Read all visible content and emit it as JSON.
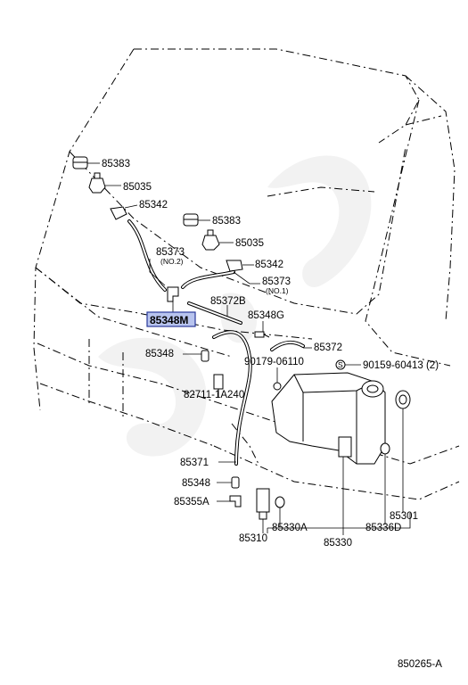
{
  "diagram_id": "850265-A",
  "highlighted_part": "85348M",
  "labels": {
    "p85383_top": "85383",
    "p85035_top": "85035",
    "p85342_top": "85342",
    "p85383_mid": "85383",
    "p85035_mid": "85035",
    "p85373_no2": "85373",
    "p85373_no2_sub": "(NO.2)",
    "p85342_mid": "85342",
    "p85373_no1": "85373",
    "p85373_no1_sub": "(NO.1)",
    "p85348M": "85348M",
    "p85372B": "85372B",
    "p85348G": "85348G",
    "p85372": "85372",
    "p85348_upper": "85348",
    "p90179": "90179-06110",
    "p90159": "90159-60413 (2)",
    "p82711": "82711-1A240",
    "p85371": "85371",
    "p85348_lower": "85348",
    "p85355A": "85355A",
    "p85330A": "85330A",
    "p85310": "85310",
    "p85330": "85330",
    "p85301": "85301",
    "p85336D": "85336D"
  },
  "colors": {
    "highlight_fill": "#b8c4ee",
    "highlight_border": "#2a3a9a",
    "line": "#000000"
  }
}
